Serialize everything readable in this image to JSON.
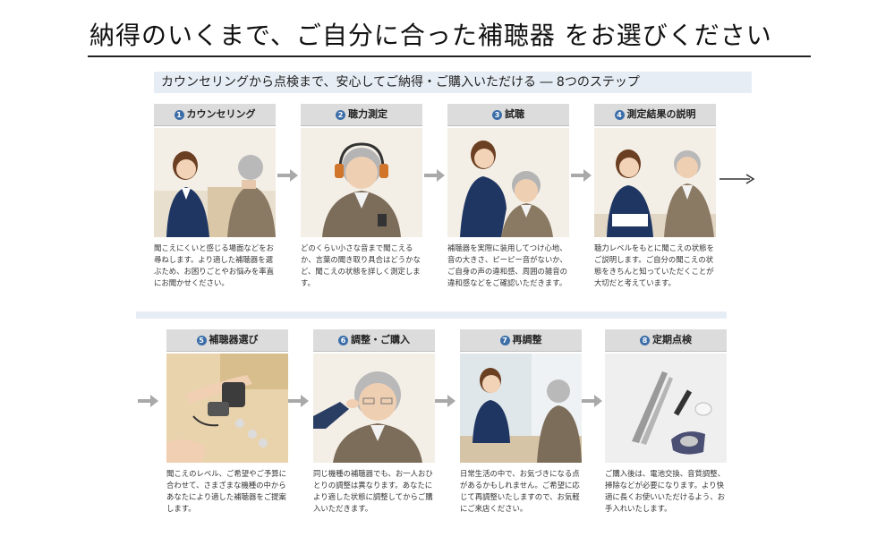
{
  "page": {
    "title": "納得のいくまで、ご自分に合った補聴器 をお選びください",
    "subtitle": "カウンセリングから点検まで、安心してご納得・ご購入いただける ― 8つのステップ"
  },
  "steps": [
    {
      "number": "1",
      "label": "カウンセリング",
      "description": "聞こえにくいと感じる場面などをお尋ねします。より適した補聴器を選ぶため、お困りごとやお悩みを率直にお聞かせください。"
    },
    {
      "number": "2",
      "label": "聴力測定",
      "description": "どのくらい小さな音まで聞こえるか、言葉の聞き取り具合はどうかなど、聞こえの状態を詳しく測定します。"
    },
    {
      "number": "3",
      "label": "試聴",
      "description": "補聴器を実際に装用してつけ心地、音の大きさ、ピーピー音がないか、ご自身の声の違和感、周囲の雑音の違和感などをご確認いただきます。"
    },
    {
      "number": "4",
      "label": "測定結果の説明",
      "description": "聴力レベルをもとに聞こえの状態をご説明します。ご自分の聞こえの状態をきちんと知っていただくことが大切だと考えています。"
    },
    {
      "number": "5",
      "label": "補聴器選び",
      "description": "聞こえのレベル、ご希望やご予算に合わせて、さまざまな機種の中からあなたにより適した補聴器をご提案します。"
    },
    {
      "number": "6",
      "label": "調整・ご購入",
      "description": "同じ機種の補聴器でも、お一人おひとりの調整は異なります。あなたにより適した状態に調整してからご購入いただきます。"
    },
    {
      "number": "7",
      "label": "再調整",
      "description": "日常生活の中で、お気づきになる点があるかもしれません。ご希望に応じて再調整いたしますので、お気軽にご来店ください。"
    },
    {
      "number": "8",
      "label": "定期点検",
      "description": "ご購入後は、電池交換、音質調整、掃除などが必要になります。より快適に長くお使いいただけるよう、お手入れいたします。"
    }
  ],
  "colors": {
    "header_bg": "#dcdcdc",
    "band_bg": "#e7edf4",
    "badge": "#3b6ea8",
    "arrow": "#a9a9a9"
  }
}
